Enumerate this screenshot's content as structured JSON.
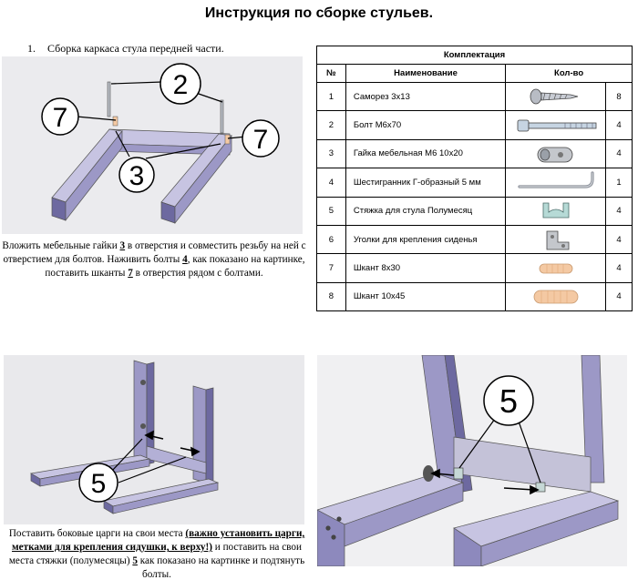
{
  "page": {
    "title": "Инструкция по сборке стульев."
  },
  "step1": {
    "number": "1.",
    "heading": "Сборка каркаса стула передней части.",
    "text_parts": [
      "Вложить мебельные гайки ",
      "3",
      " в отверстия и совместить резьбу на ней с отверстием для болтов. Наживить болты ",
      "4",
      ", как показано на картинке, поставить шканты ",
      "7",
      " в отверстия рядом с болтами."
    ],
    "callouts": [
      "2",
      "7",
      "7",
      "3"
    ]
  },
  "step2": {
    "text_parts": [
      "Поставить боковые царги на свои места ",
      "(важно установить царги, метками для крепления сидушки, к верху!)",
      " и поставить на свои места стяжки (полумесяцы) ",
      "5",
      " как показано на картинке и подтянуть болты."
    ],
    "callouts": [
      "5",
      "5"
    ]
  },
  "kit": {
    "title": "Комплектация",
    "headers": [
      "№",
      "Наименование",
      "Кол-во"
    ],
    "rows": [
      {
        "num": "1",
        "name": "Саморез 3х13",
        "icon": "screw-icon",
        "qty": "8"
      },
      {
        "num": "2",
        "name": "Болт  М6х70",
        "icon": "bolt-icon",
        "qty": "4"
      },
      {
        "num": "3",
        "name": "Гайка мебельная М6 10х20",
        "icon": "barrel-nut-icon",
        "qty": "4"
      },
      {
        "num": "4",
        "name": "Шестигранник Г-образный 5 мм",
        "icon": "hex-key-icon",
        "qty": "1"
      },
      {
        "num": "5",
        "name": "Стяжка для стула Полумесяц",
        "icon": "crescent-bracket-icon",
        "qty": "4"
      },
      {
        "num": "6",
        "name": "Уголки для крепления сиденья",
        "icon": "corner-bracket-icon",
        "qty": "4"
      },
      {
        "num": "7",
        "name": "Шкант 8х30",
        "icon": "dowel-small-icon",
        "qty": "4"
      },
      {
        "num": "8",
        "name": "Шкант 10х45",
        "icon": "dowel-large-icon",
        "qty": "4"
      }
    ]
  },
  "colors": {
    "wood_side": "#9c98c6",
    "wood_top": "#c7c4e2",
    "wood_dark": "#6d69a0",
    "dowel": "#f4c9a3",
    "metal": "#b8bcc4"
  }
}
